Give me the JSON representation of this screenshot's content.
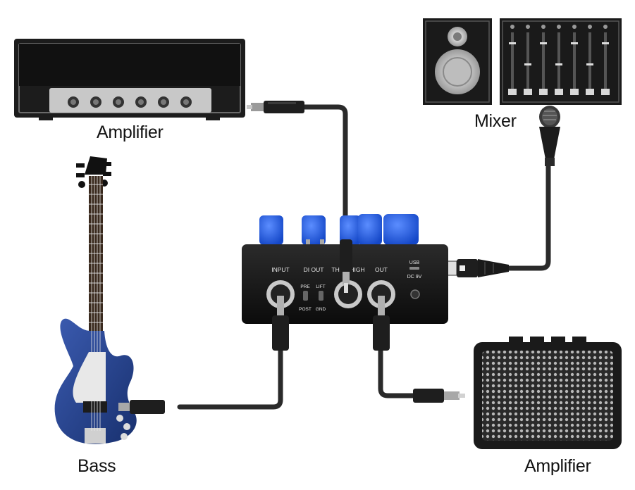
{
  "labels": {
    "amplifier_top": "Amplifier",
    "mixer": "Mixer",
    "bass": "Bass",
    "amplifier_bottom": "Amplifier"
  },
  "pedal": {
    "input": "INPUT",
    "di_out": "DI OUT",
    "thru": "THRU/HIGH",
    "out": "OUT",
    "usb": "USB",
    "dc": "DC 9V",
    "pre": "PRE",
    "post": "POST",
    "lift": "LIFT",
    "gnd": "GND"
  },
  "colors": {
    "knob_blue": "#1f5ee0",
    "pedal_body": "#141414",
    "cable": "#2a2a2a",
    "guitar_body": "#243e86"
  }
}
